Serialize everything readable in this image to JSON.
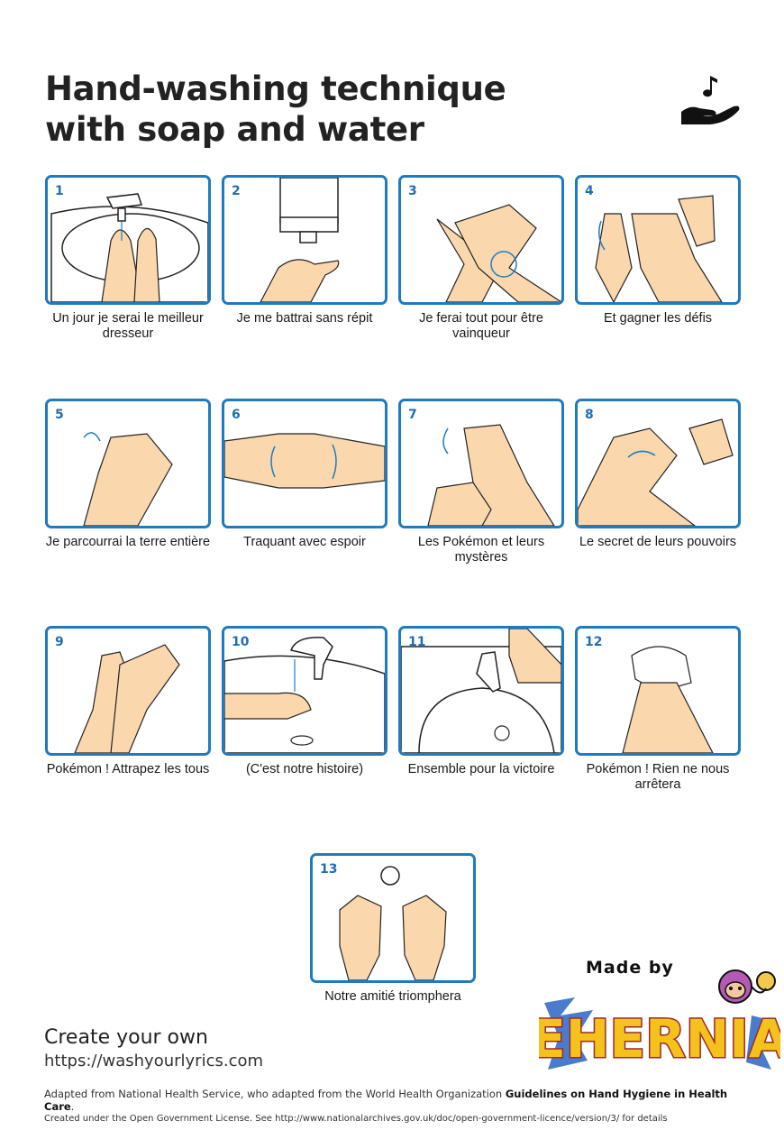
{
  "title_line1": "Hand-washing technique",
  "title_line2": "with soap and water",
  "steps": [
    {
      "num": "1",
      "caption": "Un jour je serai le meilleur dresseur"
    },
    {
      "num": "2",
      "caption": "Je me battrai sans répit"
    },
    {
      "num": "3",
      "caption": "Je ferai tout pour être vainqueur"
    },
    {
      "num": "4",
      "caption": "Et gagner les défis"
    },
    {
      "num": "5",
      "caption": "Je parcourrai la terre entière"
    },
    {
      "num": "6",
      "caption": "Traquant avec espoir"
    },
    {
      "num": "7",
      "caption": "Les Pokémon et leurs mystères"
    },
    {
      "num": "8",
      "caption": "Le secret de leurs pouvoirs"
    },
    {
      "num": "9",
      "caption": "Pokémon ! Attrapez les tous"
    },
    {
      "num": "10",
      "caption": "(C'est notre histoire)"
    },
    {
      "num": "11",
      "caption": "Ensemble pour la victoire"
    },
    {
      "num": "12",
      "caption": "Pokémon ! Rien ne nous arrêtera"
    },
    {
      "num": "13",
      "caption": "Notre amitié triomphera"
    }
  ],
  "footer": {
    "create": "Create your own",
    "url": "https://washyourlyrics.com",
    "adapted_pre": "Adapted from National Health Service, who adapted from the World Health Organization ",
    "adapted_bold": "Guidelines on Hand Hygiene in Health Care",
    "adapted_post": ".",
    "license": "Created under the Open Government License. See http://www.nationalarchives.gov.uk/doc/open-government-licence/version/3/ for details"
  },
  "made_by": "Made by",
  "brand_name": "EHERNIA",
  "colors": {
    "panel_border": "#1f7bc0",
    "skin": "#fbd7ad",
    "accent": "#1f6fb2"
  },
  "icons": [
    "music-hand-icon",
    "pokemon-sprite-icon"
  ]
}
